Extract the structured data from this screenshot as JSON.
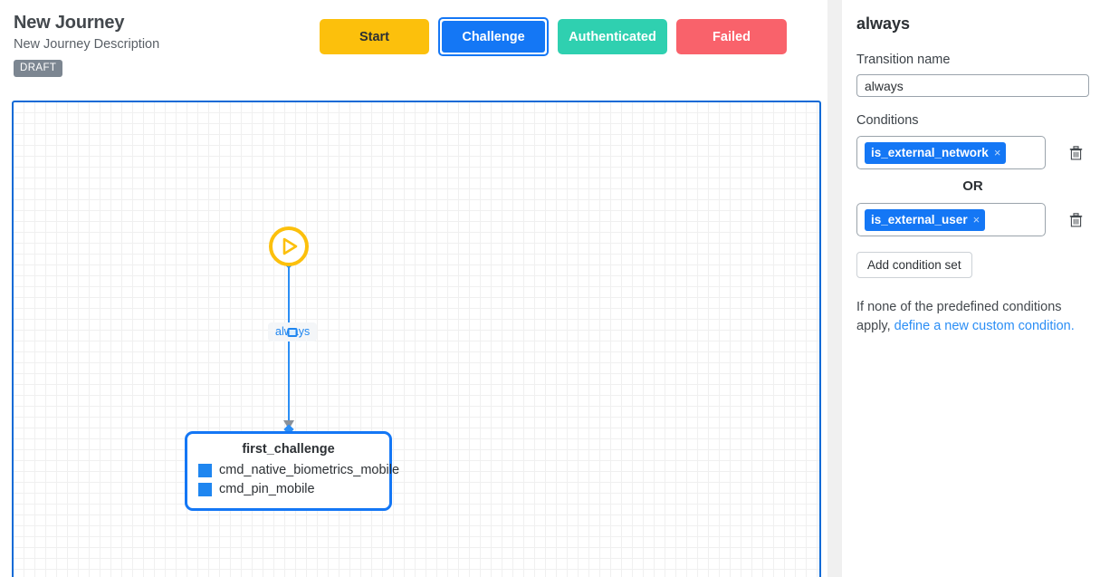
{
  "header": {
    "title": "New Journey",
    "description": "New Journey Description",
    "badge": "DRAFT",
    "state_buttons": [
      {
        "label": "Start",
        "color": "#fcc00c",
        "selected": false
      },
      {
        "label": "Challenge",
        "color": "#1477f5",
        "selected": true
      },
      {
        "label": "Authenticated",
        "color": "#2fd0b0",
        "selected": false
      },
      {
        "label": "Failed",
        "color": "#f9626b",
        "selected": false
      }
    ]
  },
  "canvas": {
    "start_node": {
      "icon": "play-icon",
      "color": "#fcc00c"
    },
    "edge_label": "always",
    "edge_color": "#2b8ef5",
    "node": {
      "title": "first_challenge",
      "border_color": "#1477f5",
      "items": [
        {
          "label": "cmd_native_biometrics_mobile",
          "color": "#1f86f0"
        },
        {
          "label": "cmd_pin_mobile",
          "color": "#1f86f0"
        }
      ]
    }
  },
  "panel": {
    "title": "always",
    "transition_name_label": "Transition name",
    "transition_name_value": "always",
    "conditions_label": "Conditions",
    "condition_sets": [
      {
        "chip": "is_external_network",
        "remove": "×"
      },
      {
        "chip": "is_external_user",
        "remove": "×"
      }
    ],
    "or_text": "OR",
    "add_condition_label": "Add condition set",
    "hint_prefix": "If none of the predefined conditions apply, ",
    "hint_link": "define a new custom condition.",
    "chip_color": "#1477f5",
    "link_color": "#2b8ef5"
  }
}
